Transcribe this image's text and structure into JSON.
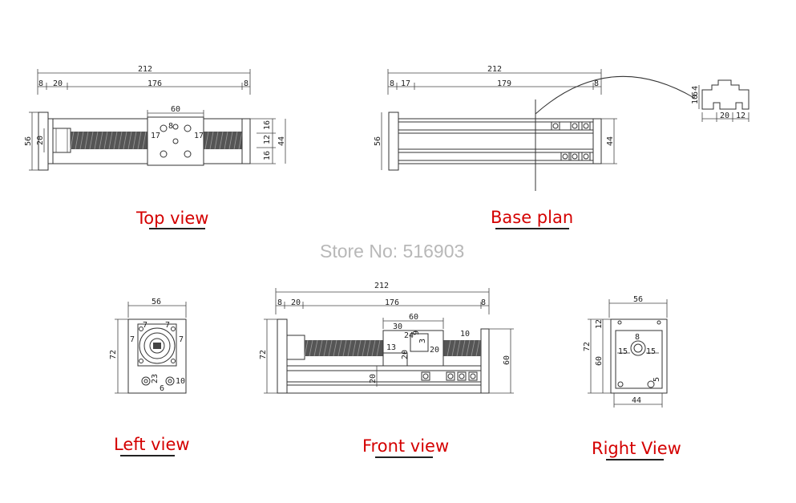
{
  "watermark": "Store No: 516903",
  "captions": {
    "top": "Top view",
    "base": "Base plan",
    "left": "Left view",
    "front": "Front view",
    "right": "Right View"
  },
  "top_view": {
    "overall": "212",
    "end1": "8",
    "gap1": "20",
    "mid": "176",
    "end2": "8",
    "carriage_w": "60",
    "h_left": "56",
    "h_shaft": "20",
    "r1": "16",
    "r2": "12",
    "r3": "16",
    "r_total": "44",
    "hole_a": "17",
    "hole_b": "17",
    "hole_c": "8"
  },
  "base_plan": {
    "overall": "212",
    "end1": "8",
    "gap1": "17",
    "mid": "179",
    "end2": "8",
    "h_left": "56",
    "h_right": "44",
    "profile_h1": "10",
    "profile_h2": "6",
    "profile_h3": "4",
    "profile_w1": "20",
    "profile_w2": "12"
  },
  "left_view": {
    "width": "56",
    "height": "72",
    "m1": "7",
    "m2": "7",
    "m3": "7",
    "m4": "7",
    "b1": "23",
    "b2": "10",
    "b3": "6"
  },
  "front_view": {
    "overall": "212",
    "end1": "8",
    "gap1": "20",
    "mid": "176",
    "end2": "8",
    "carriage_w": "60",
    "inner1": "30",
    "inner2": "24",
    "inner3": "20",
    "h1": "13",
    "h2": "20",
    "h3": "3",
    "h4": "9",
    "right_gap": "10",
    "height_left": "72",
    "height_right": "60",
    "base_h": "20"
  },
  "right_view": {
    "width": "56",
    "h_top": "12",
    "h_total": "72",
    "h_inner": "60",
    "left_15": "15",
    "right_15": "15",
    "hole": "8",
    "bottom_w": "44",
    "small": "5"
  }
}
